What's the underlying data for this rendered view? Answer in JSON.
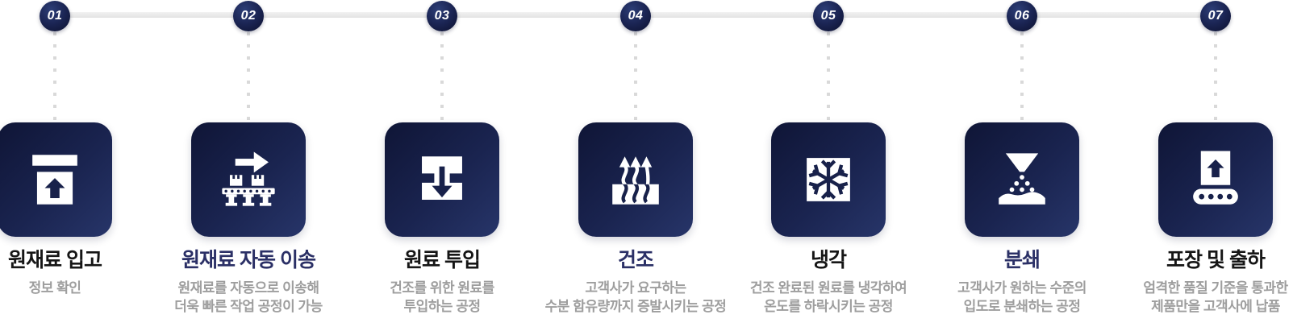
{
  "process": {
    "theme": {
      "navy_dark": "#0f1536",
      "navy_light": "#273569",
      "title_navy": "#2b3066",
      "title_dark": "#161616",
      "desc_gray": "#9e9e9e",
      "connector_gray": "#e3e3e3"
    },
    "steps": [
      {
        "number": "01",
        "icon": "box-receive-icon",
        "title": "원재료 입고",
        "desc_line1": "정보 확인"
      },
      {
        "number": "02",
        "icon": "conveyor-transfer-icon",
        "title": "원재료 자동 이송",
        "desc_line1": "원재료를 자동으로 이송해",
        "desc_line2": "더욱 빠른 작업 공정이 가능"
      },
      {
        "number": "03",
        "icon": "material-input-icon",
        "title": "원료 투입",
        "desc_line1": "건조를 위한 원료를",
        "desc_line2": "투입하는 공정"
      },
      {
        "number": "04",
        "icon": "evaporation-icon",
        "title": "건조",
        "desc_line1": "고객사가 요구하는",
        "desc_line2": "수분 함유량까지 증발시키는 공정"
      },
      {
        "number": "05",
        "icon": "snowflake-icon",
        "title": "냉각",
        "desc_line1": "건조 완료된 원료를 냉각하여",
        "desc_line2": "온도를 하락시키는 공정"
      },
      {
        "number": "06",
        "icon": "grinding-funnel-icon",
        "title": "분쇄",
        "desc_line1": "고객사가 원하는 수준의",
        "desc_line2": "입도로 분쇄하는 공정"
      },
      {
        "number": "07",
        "icon": "packing-shipping-icon",
        "title": "포장 및 출하",
        "desc_line1": "엄격한 품질 기준을 통과한",
        "desc_line2": "제품만을 고객사에 납품"
      }
    ]
  }
}
